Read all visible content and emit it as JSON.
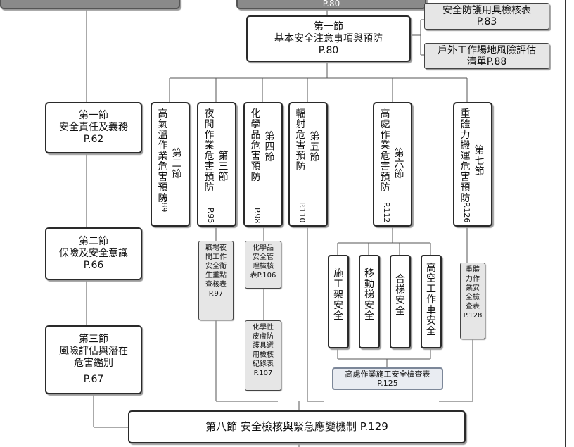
{
  "top": {
    "left_box": "",
    "center_box": "P.80",
    "safety_gear": {
      "line1": "安全防護用具檢核表",
      "line2": "P.83"
    },
    "outdoor": {
      "line1": "戶外工作場地風險評估",
      "line2": "清單P.88"
    }
  },
  "section1_center": {
    "line1": "第一節",
    "line2": "基本安全注意事項與預防",
    "line3": "P.80"
  },
  "left": [
    {
      "line1": "第一節",
      "line2": "安全責任及義務",
      "line3": "P.62"
    },
    {
      "line1": "第二節",
      "line2": "保險及安全意識",
      "line3": "P.66"
    },
    {
      "line1": "第三節",
      "line2": "風險評估與潛在",
      "line3": "危害鑑別",
      "line4": "P.67"
    }
  ],
  "sections": [
    {
      "a": "高氣溫作業危害預防",
      "b": "第二節",
      "p": "P.89"
    },
    {
      "a": "夜間作業危害預防",
      "b": "第三節",
      "p": "P.95"
    },
    {
      "a": "化學品危害預防",
      "b": "第四節",
      "p": "P.98"
    },
    {
      "a": "輻射危害預防",
      "b": "第五節",
      "p": "P.110"
    },
    {
      "a": "高處作業危害預防",
      "b": "第六節",
      "p": "P.112"
    },
    {
      "a": "重體力搬運危害預防",
      "b": "第七節",
      "p": "P.126"
    }
  ],
  "checklists": {
    "night": [
      "職場夜",
      "間工作",
      "安全衛",
      "生重點",
      "查核表",
      "P.97"
    ],
    "chem_mgmt": [
      "化學品",
      "安全管",
      "理檢核",
      "表P.106"
    ],
    "chem_skin": [
      "化學性",
      "皮膚防",
      "護具選",
      "用檢核",
      "紀錄表",
      "P.107"
    ],
    "heavy": [
      "重體",
      "力作",
      "業安",
      "全檢",
      "查表",
      "P.128"
    ]
  },
  "height_items": [
    "施工架安全",
    "移動梯安全",
    "合梯安全",
    "高空工作車安全"
  ],
  "height_check": {
    "line1": "高處作業施工安全檢查表",
    "line2": "P.125"
  },
  "section8": "第八節 安全檢核與緊急應變機制 P.129"
}
